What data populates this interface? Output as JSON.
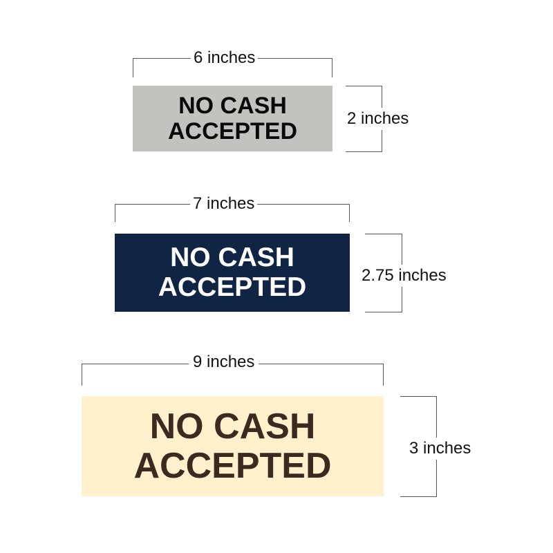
{
  "signs": [
    {
      "line1": "NO CASH",
      "line2": "ACCEPTED",
      "width_label": "6 inches",
      "height_label": "2 inches",
      "bg_color": "#c2c3bf",
      "text_color": "#0a0a0a"
    },
    {
      "line1": "NO CASH",
      "line2": "ACCEPTED",
      "width_label": "7 inches",
      "height_label": "2.75 inches",
      "bg_color": "#102444",
      "text_color": "#ffffff"
    },
    {
      "line1": "NO CASH",
      "line2": "ACCEPTED",
      "width_label": "9 inches",
      "height_label": "3 inches",
      "bg_color": "#fff1cc",
      "text_color": "#3b2a1f"
    }
  ]
}
